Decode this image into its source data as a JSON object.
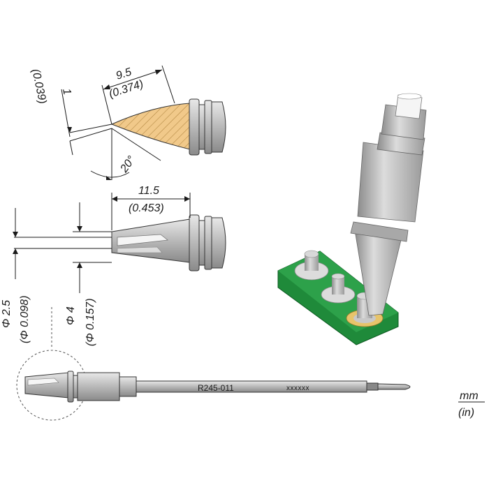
{
  "dimensions": {
    "length_top_mm": "9.5",
    "length_top_in": "(0.374)",
    "thickness_mm": "1",
    "thickness_in": "(0.039)",
    "angle": "20°",
    "length_side_mm": "11.5",
    "length_side_in": "(0.453)",
    "dia_small_mm": "Φ 2.5",
    "dia_small_in": "(Φ 0.098)",
    "dia_large_mm": "Φ 4",
    "dia_large_in": "(Φ 0.157)"
  },
  "cartridge": {
    "part_number": "R245-011",
    "serial": "xxxxxx"
  },
  "units": {
    "primary": "mm",
    "secondary": "(in)"
  },
  "colors": {
    "tip_gold": "#f1c98a",
    "metal": "#b8b8b8",
    "pcb_green": "#1f8a3a",
    "outline": "#333333"
  }
}
